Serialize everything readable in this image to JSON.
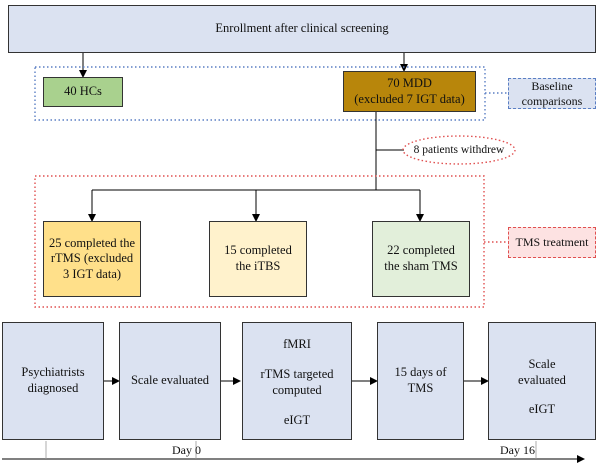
{
  "enrollment": "Enrollment after clinical screening",
  "hcs": "40 HCs",
  "mdd_line1": "70 MDD",
  "mdd_line2": "(excluded 7 IGT data)",
  "baseline": "Baseline comparisons",
  "withdrew": "8 patients withdrew",
  "tms_treatment": "TMS treatment",
  "group_rtms": "25 completed the rTMS (excluded 3 IGT data)",
  "group_itbs": "15 completed the iTBS",
  "group_sham": "22 completed the sham TMS",
  "timeline": {
    "step1": "Psychiatrists diagnosed",
    "step2": "Scale evaluated",
    "step3_a": "fMRI",
    "step3_b": "rTMS targeted computed",
    "step3_c": "eIGT",
    "step4": "15 days of TMS",
    "step5_a": "Scale evaluated",
    "step5_b": "eIGT",
    "day0": "Day 0",
    "day16": "Day 16"
  },
  "colors": {
    "top_box": "#dbe2f1",
    "hcs": "#a9d18e",
    "mdd": "#b8860b",
    "rtms": "#ffe08a",
    "itbs": "#fff2cc",
    "sham": "#e2efda",
    "timeline_box": "#dbe2f1",
    "blue_dotted": "#5b7fc4",
    "red_dotted": "#e05050"
  }
}
